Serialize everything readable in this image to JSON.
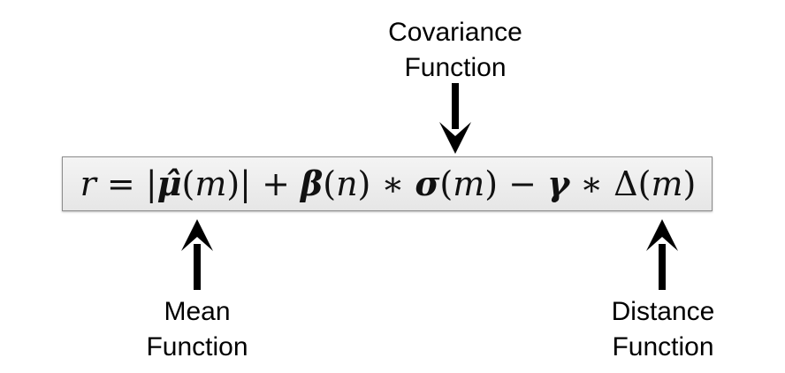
{
  "formula": {
    "text": "r = |μ̂(m)| + β(n) ∗ σ(m) − γ ∗ Δ(m)",
    "parts": [
      {
        "t": "r",
        "s": "it"
      },
      {
        "t": " = |",
        "s": ""
      },
      {
        "t": "μ̂",
        "s": "bd"
      },
      {
        "t": "(",
        "s": ""
      },
      {
        "t": "m",
        "s": "it"
      },
      {
        "t": ")| + ",
        "s": ""
      },
      {
        "t": "β",
        "s": "bd"
      },
      {
        "t": "(",
        "s": ""
      },
      {
        "t": "n",
        "s": "it"
      },
      {
        "t": ") ∗ ",
        "s": ""
      },
      {
        "t": "σ",
        "s": "bd"
      },
      {
        "t": "(",
        "s": ""
      },
      {
        "t": "m",
        "s": "it"
      },
      {
        "t": ") − ",
        "s": ""
      },
      {
        "t": "γ",
        "s": "bd"
      },
      {
        "t": " ∗ Δ(",
        "s": ""
      },
      {
        "t": "m",
        "s": "it"
      },
      {
        "t": ")",
        "s": ""
      }
    ]
  },
  "labels": {
    "covariance": [
      "Covariance",
      "Function"
    ],
    "mean": [
      "Mean",
      "Function"
    ],
    "distance": [
      "Distance",
      "Function"
    ]
  },
  "colors": {
    "arrow": "#000000",
    "text": "#000000"
  }
}
